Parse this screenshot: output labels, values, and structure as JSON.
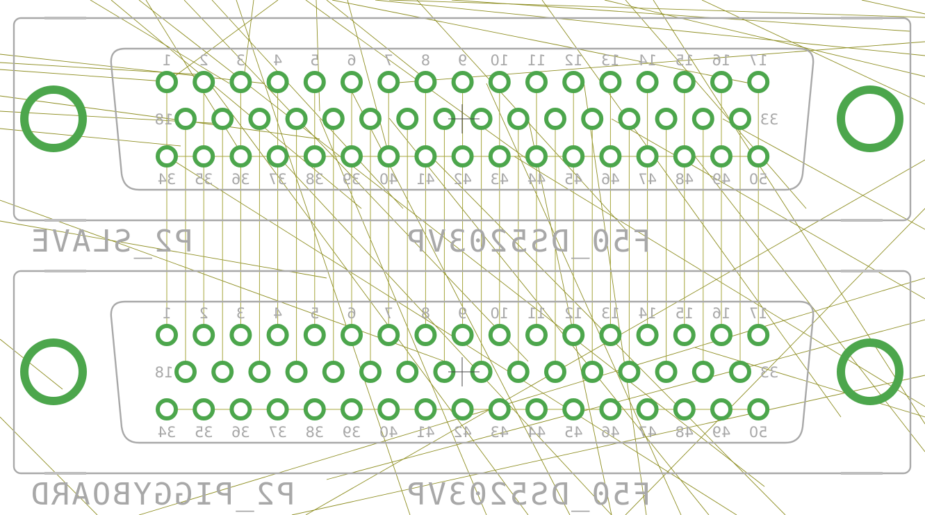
{
  "connectors": [
    {
      "id": "top",
      "part_name": "P2_SLAVE",
      "part_value": "F50_DS5203VP",
      "pins": {
        "row1": [
          "1",
          "2",
          "3",
          "4",
          "5",
          "6",
          "7",
          "8",
          "9",
          "10",
          "11",
          "12",
          "13",
          "14",
          "15",
          "16",
          "17"
        ],
        "row2": [
          "18",
          "33"
        ],
        "row3": [
          "34",
          "35",
          "36",
          "37",
          "38",
          "39",
          "40",
          "41",
          "42",
          "43",
          "44",
          "45",
          "46",
          "47",
          "48",
          "49",
          "50"
        ]
      }
    },
    {
      "id": "bottom",
      "part_name": "P2_PIGGYBOARD",
      "part_value": "F50_DS5203VP",
      "pins": {
        "row1": [
          "1",
          "2",
          "3",
          "4",
          "5",
          "6",
          "7",
          "8",
          "9",
          "10",
          "11",
          "12",
          "13",
          "14",
          "15",
          "16",
          "17"
        ],
        "row2": [
          "18",
          "33"
        ],
        "row3": [
          "34",
          "35",
          "36",
          "37",
          "38",
          "39",
          "40",
          "41",
          "42",
          "43",
          "44",
          "45",
          "46",
          "47",
          "48",
          "49",
          "50"
        ]
      }
    }
  ],
  "colors": {
    "pad": "#4ca64c",
    "outline": "#a8a8a8",
    "airwire": "#8c8c1e",
    "background": "#ffffff"
  }
}
